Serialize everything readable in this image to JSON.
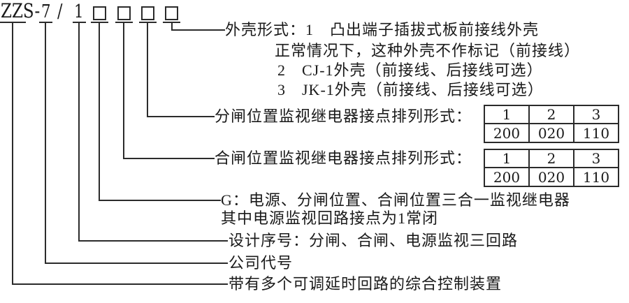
{
  "model_code": {
    "prefix": "ZZS-",
    "design_digit": "7",
    "separator": "/",
    "series_digit": "1"
  },
  "shell_type": {
    "line1": "外壳形式：1　凸出端子插拔式板前接线外壳",
    "line2": "正常情况下，这种外壳不作标记（前接线）",
    "line3": "2　CJ-1外壳（前接线、后接线可选）",
    "line4": "3　JK-1外壳（前接线、后接线可选）"
  },
  "open_position": {
    "label": "分闸位置监视继电器接点排列形式："
  },
  "close_position": {
    "label": "合闸位置监视继电器接点排列形式："
  },
  "contact_tables": {
    "open": {
      "headers": [
        "1",
        "2",
        "3"
      ],
      "values": [
        "200",
        "020",
        "110"
      ]
    },
    "close": {
      "headers": [
        "1",
        "2",
        "3"
      ],
      "values": [
        "200",
        "020",
        "110"
      ]
    }
  },
  "g_function": {
    "line1": "G：电源、分闸位置、合闸位置三合一监视继电器",
    "line2": "其中电源监视回路接点为1常闭"
  },
  "design_serial": "设计序号：分闸、合闸、电源监视三回路",
  "company_code": "公司代号",
  "device_description": "带有多个可调延时回路的综合控制装置",
  "colors": {
    "line": "#2b2b2b",
    "text": "#1a1a1a",
    "background": "#ffffff"
  }
}
